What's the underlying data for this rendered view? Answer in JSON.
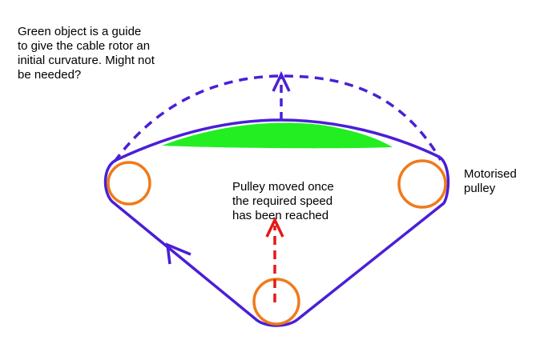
{
  "annotations": {
    "guide_note": "Green object is a guide\nto give the cable rotor an\ninitial curvature. Might not\nbe needed?",
    "pulley_note": "Pulley moved once\nthe required speed\nhas been reached",
    "motor_label": "Motorised\n pulley"
  },
  "colors": {
    "cable": "#4a1fd6",
    "pulley": "#f07a1a",
    "guide": "#22ee22",
    "move_arrow": "#e41818",
    "text": "#000000"
  }
}
